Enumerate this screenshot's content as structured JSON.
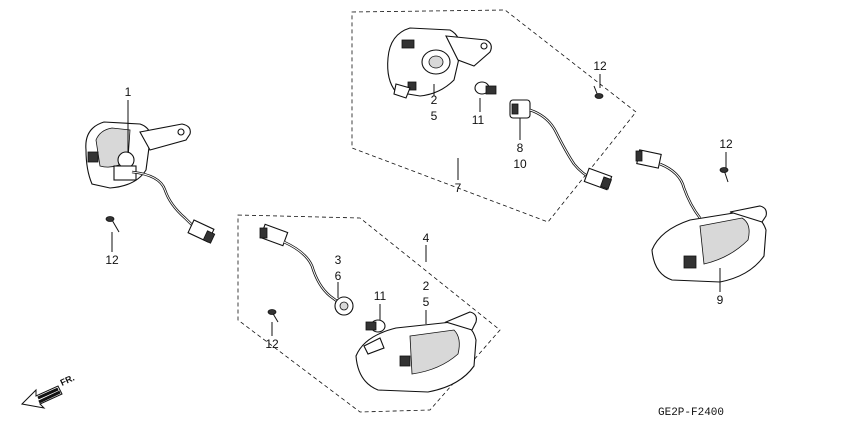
{
  "diagram_code": "GE2P-F2400",
  "direction_label": "FR.",
  "callouts": {
    "rear_left_light": "1",
    "front_housing_a": "2",
    "front_housing_b": "2",
    "socket_front_a": "3",
    "front_assembly": "4",
    "lens_front_a": "5",
    "lens_front_b": "5",
    "socket_front_b": "6",
    "rear_assembly": "7",
    "socket_rear_a": "8",
    "rear_right_light": "9",
    "socket_rear_b": "10",
    "bulb_upper": "11",
    "bulb_lower": "11",
    "screw_upper": "12",
    "screw_right": "12",
    "screw_left": "12",
    "screw_lower": "12"
  }
}
